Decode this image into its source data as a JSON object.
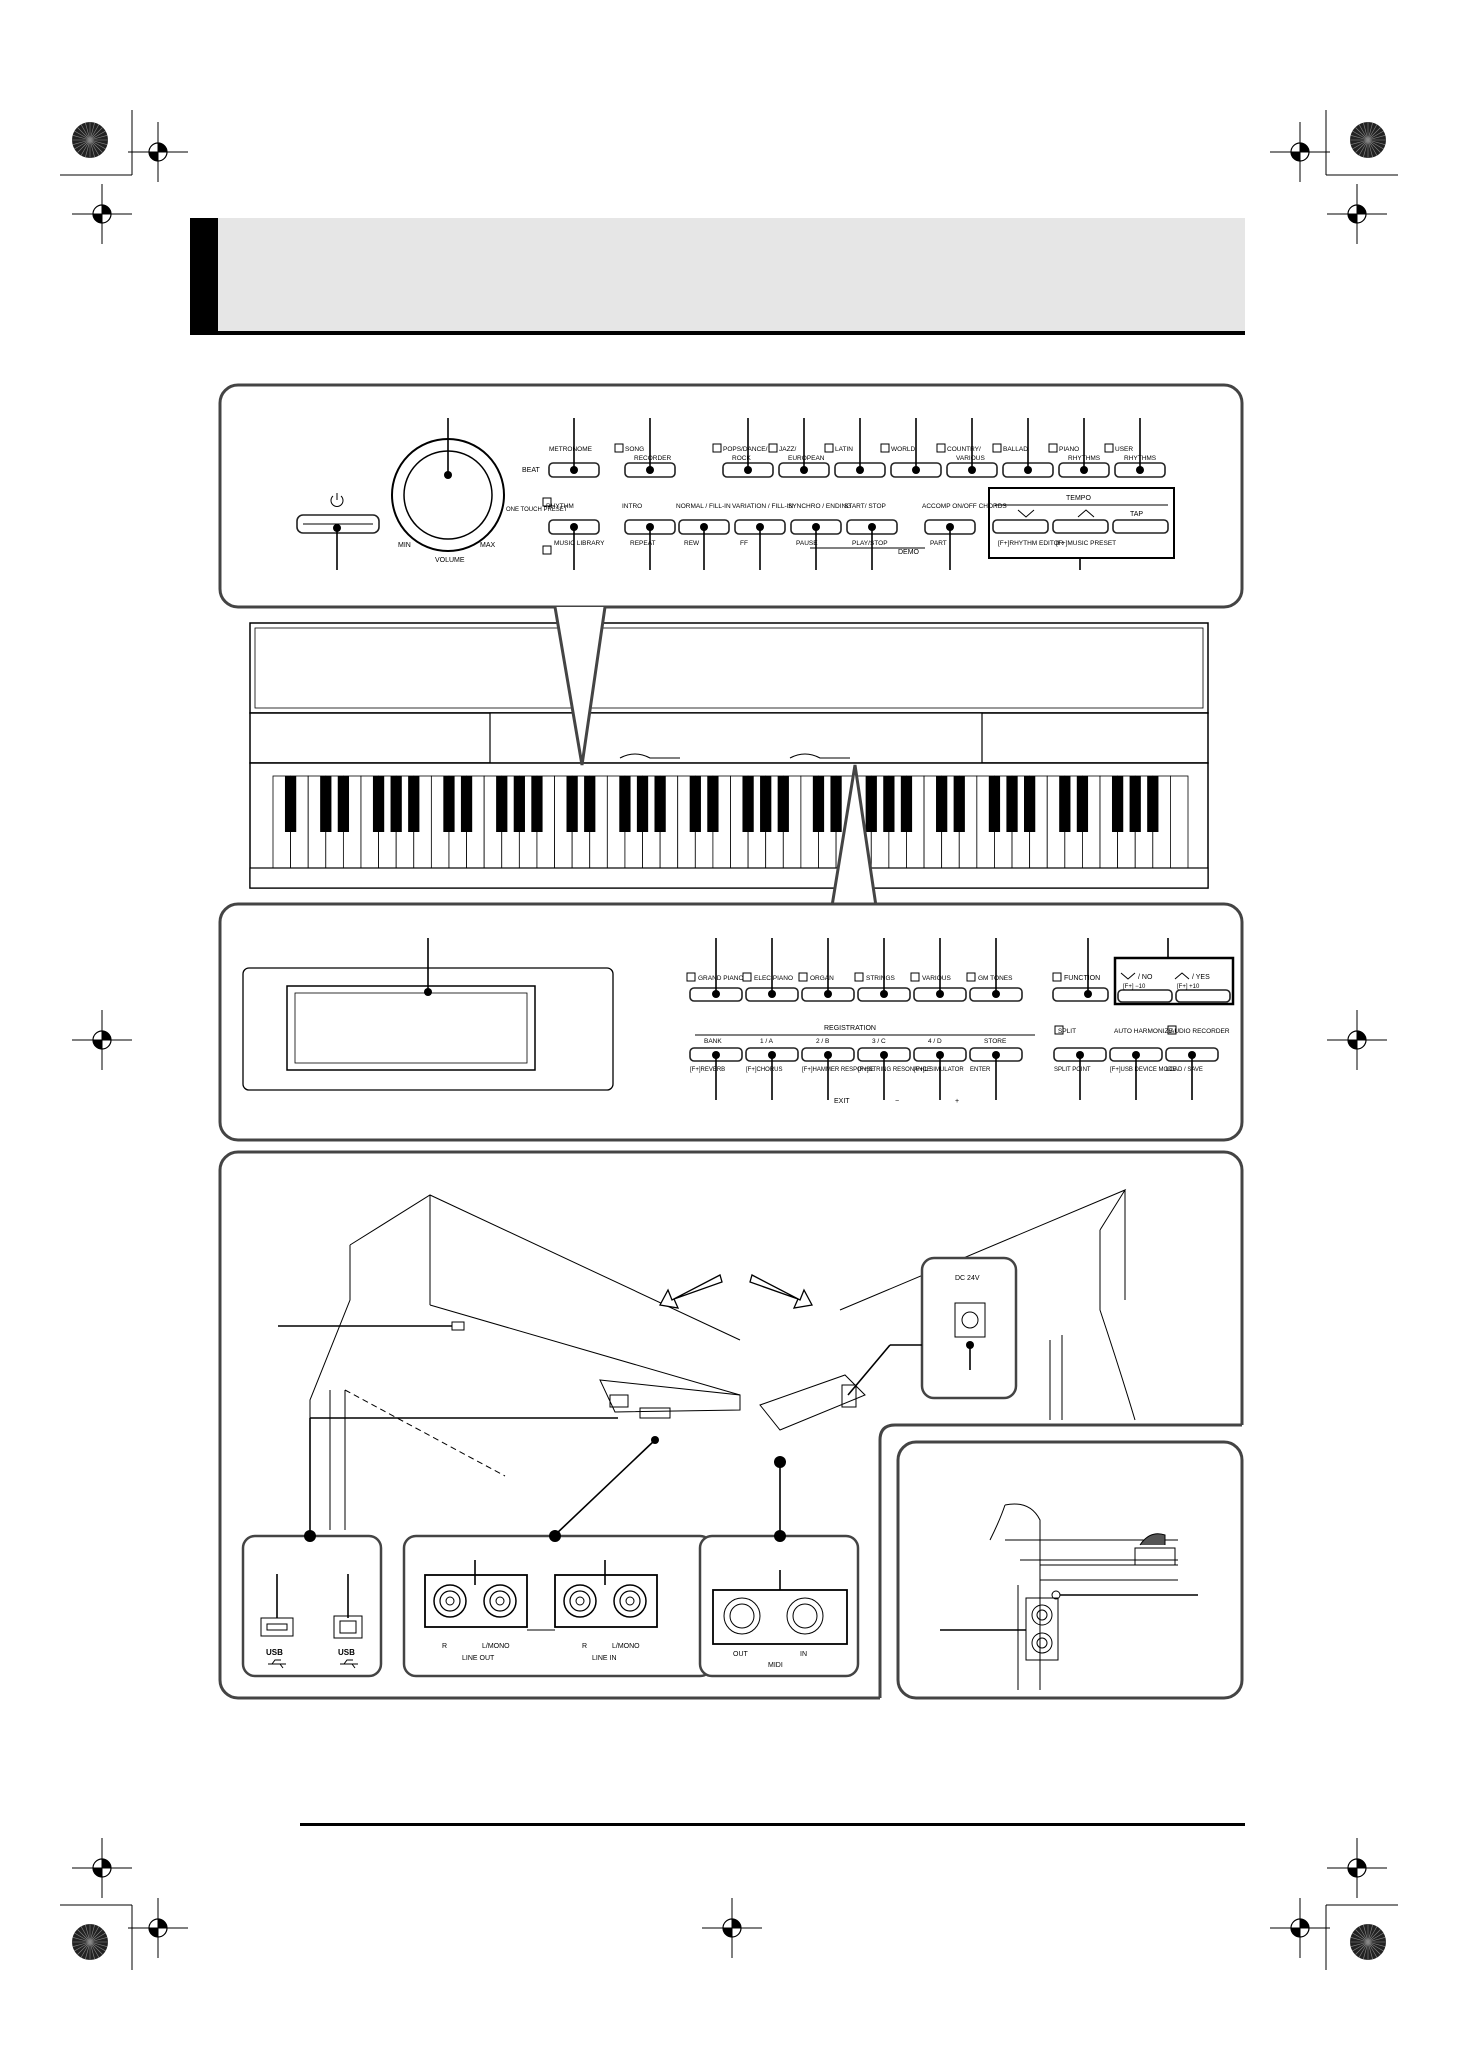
{
  "panel_top": {
    "beat_label": "BEAT",
    "one_touch_preset_label": "ONE TOUCH PRESET",
    "volume": {
      "min": "MIN",
      "max": "MAX",
      "label": "VOLUME"
    },
    "upper_buttons": [
      {
        "l1": "METRONOME",
        "l2": ""
      },
      {
        "l1": "SONG",
        "l2": "RECORDER"
      },
      {
        "l1": "POPS/DANCE/",
        "l2": "ROCK"
      },
      {
        "l1": "JAZZ/",
        "l2": "EUROPEAN"
      },
      {
        "l1": "LATIN",
        "l2": ""
      },
      {
        "l1": "WORLD",
        "l2": ""
      },
      {
        "l1": "COUNTRY/",
        "l2": "VARIOUS"
      },
      {
        "l1": "BALLAD",
        "l2": ""
      },
      {
        "l1": "PIANO",
        "l2": "RHYTHMS"
      },
      {
        "l1": "USER",
        "l2": "RHYTHMS"
      }
    ],
    "lower_buttons": [
      {
        "top": "RHYTHM",
        "bottom": "MUSIC LIBRARY"
      },
      {
        "top": "INTRO",
        "bottom": "REPEAT"
      },
      {
        "top": "NORMAL / FILL-IN",
        "bottom": "REW"
      },
      {
        "top": "VARIATION / FILL-IN",
        "bottom": "FF"
      },
      {
        "top": "SYNCHRO / ENDING",
        "bottom": "PAUSE"
      },
      {
        "top": "START/ STOP",
        "bottom": "PLAY/STOP"
      },
      {
        "top": "ACCOMP ON/OFF CHORDS",
        "bottom": "PART"
      }
    ],
    "demo_label": "DEMO",
    "tempo": {
      "title": "TEMPO",
      "tap": "TAP",
      "bottom1": "[F+]RHYTHM EDITOR",
      "bottom2": "[F+]MUSIC PRESET"
    }
  },
  "panel_middle": {
    "tone_buttons": [
      "GRAND PIANO",
      "ELEC PIANO",
      "ORGAN",
      "STRINGS",
      "VARIOUS",
      "GM TONES"
    ],
    "function_label": "FUNCTION",
    "no_label": "/ NO",
    "no_sub": "[F+] −10",
    "yes_label": "/ YES",
    "yes_sub": "[F+] +10",
    "registration_title": "REGISTRATION",
    "registration_buttons": [
      {
        "top": "BANK",
        "bottom": "[F+]REVERB"
      },
      {
        "top": "1 / A",
        "bottom": "[F+]CHORUS"
      },
      {
        "top": "2 / B",
        "bottom": "[F+]HAMMER RESPONSE"
      },
      {
        "top": "3 / C",
        "bottom": "[F+]STRING RESONANCE"
      },
      {
        "top": "4 / D",
        "bottom": "[F+]L SIMULATOR"
      },
      {
        "top": "STORE",
        "bottom": "ENTER"
      }
    ],
    "exit_label": "EXIT",
    "minus_label": "−",
    "plus_label": "+",
    "right_buttons": [
      {
        "top": "SPLIT",
        "bottom": "SPLIT POINT"
      },
      {
        "top": "AUTO HARMONIZE",
        "bottom": "[F+]USB DEVICE MODE"
      },
      {
        "top": "AUDIO RECORDER",
        "bottom": "LOAD / SAVE"
      }
    ]
  },
  "connectors": {
    "usb_left": "USB",
    "usb_right": "USB",
    "line_out_r": "R",
    "line_out_lmono": "L/MONO",
    "line_out_label": "LINE OUT",
    "line_in_r": "R",
    "line_in_lmono": "L/MONO",
    "line_in_label": "LINE IN",
    "midi_out": "OUT",
    "midi_in": "IN",
    "midi_label": "MIDI",
    "dc_label": "DC 24V"
  }
}
